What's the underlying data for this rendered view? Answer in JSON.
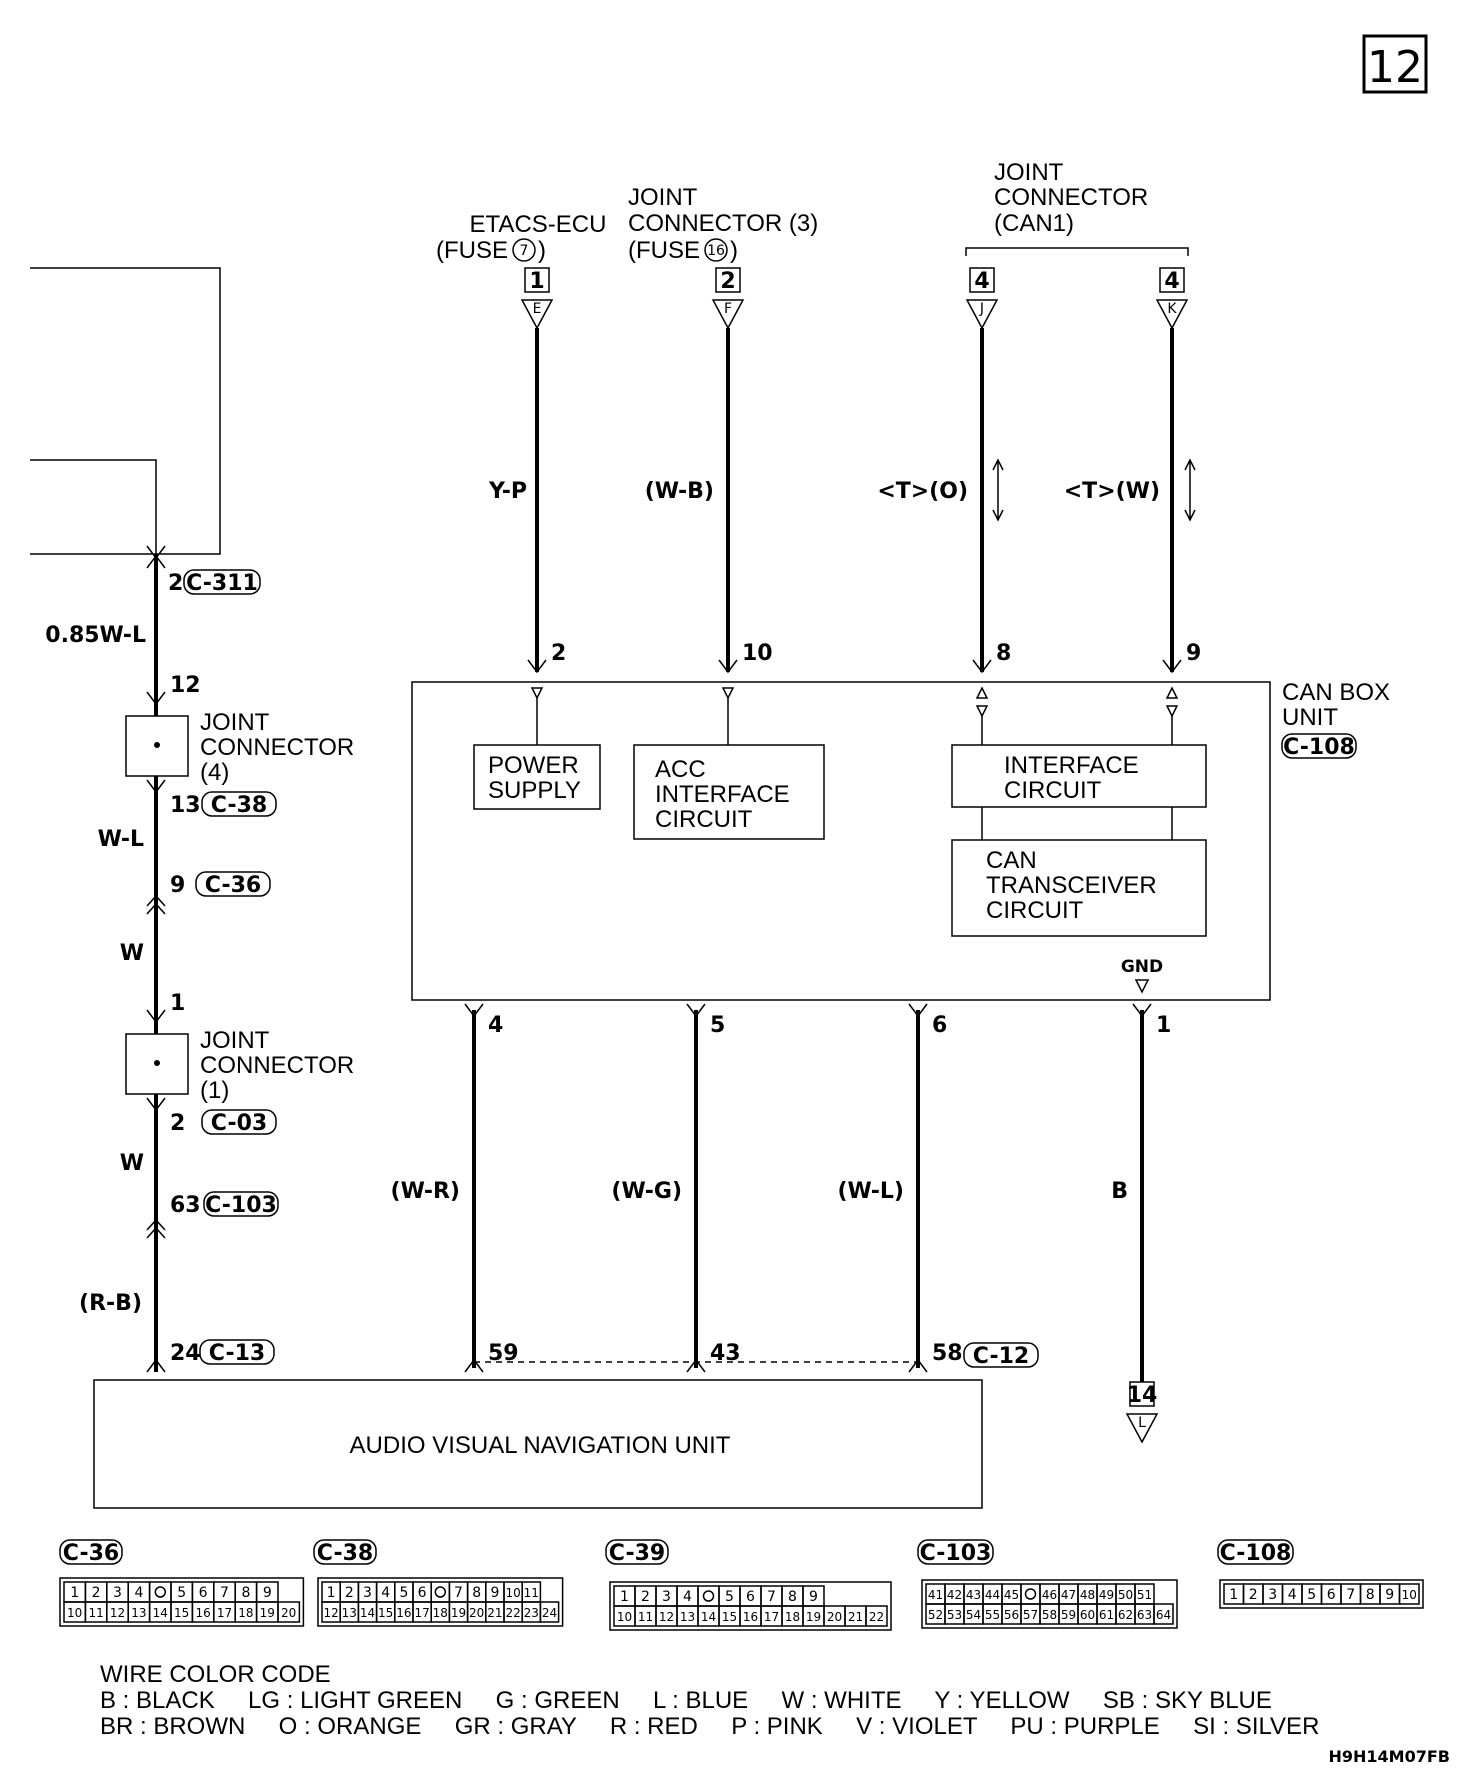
{
  "page_number": "12",
  "code": "H9H14M07FB",
  "sources": {
    "etacs": [
      "ETACS-ECU",
      "(FUSE",
      "7",
      ")"
    ],
    "joint3": [
      "JOINT",
      "CONNECTOR (3)",
      "(FUSE",
      "16",
      ")"
    ],
    "can1": [
      "JOINT",
      "CONNECTOR",
      "(CAN1)"
    ]
  },
  "top_connectors": [
    {
      "num": "1",
      "letter": "E",
      "wire": "Y-P",
      "pin": "2"
    },
    {
      "num": "2",
      "letter": "F",
      "wire": "(W-B)",
      "pin": "10"
    },
    {
      "num": "4",
      "letter": "J",
      "wire": "<T>(O)",
      "pin": "8"
    },
    {
      "num": "4",
      "letter": "K",
      "wire": "<T>(W)",
      "pin": "9"
    }
  ],
  "can_box": {
    "label": [
      "CAN BOX",
      "UNIT"
    ],
    "connector": "C-108",
    "power_supply": [
      "POWER",
      "SUPPLY"
    ],
    "acc": [
      "ACC",
      "INTERFACE",
      "CIRCUIT"
    ],
    "interface": [
      "INTERFACE",
      "CIRCUIT"
    ],
    "transceiver": [
      "CAN",
      "TRANSCEIVER",
      "CIRCUIT"
    ],
    "gnd": "GND"
  },
  "bottom_wires": [
    {
      "pin": "4",
      "wire": "(W-R)",
      "av_pin": "59"
    },
    {
      "pin": "5",
      "wire": "(W-G)",
      "av_pin": "43"
    },
    {
      "pin": "6",
      "wire": "(W-L)",
      "av_pin": "58"
    },
    {
      "pin": "1",
      "wire": "B"
    }
  ],
  "av_connector": "C-12",
  "ground_ref": "14",
  "ground_letter": "L",
  "av_unit": "AUDIO VISUAL NAVIGATION UNIT",
  "left_chain": {
    "c311_pin": "2",
    "c311": "C-311",
    "wire1": "0.85W-L",
    "j4_pin_in": "12",
    "j4": [
      "JOINT",
      "CONNECTOR",
      "(4)"
    ],
    "c38_pin": "13",
    "c38": "C-38",
    "wire2": "W-L",
    "c36_pin": "9",
    "c36": "C-36",
    "wire3": "W",
    "j1_pin_in": "1",
    "j1": [
      "JOINT",
      "CONNECTOR",
      "(1)"
    ],
    "c03_pin": "2",
    "c03": "C-03",
    "wire4": "W",
    "c103_pin": "63",
    "c103": "C-103",
    "wire5": "(R-B)",
    "c13_pin": "24",
    "c13": "C-13"
  },
  "connector_views": [
    {
      "id": "C-36",
      "rows": [
        [
          "1",
          "2",
          "3",
          "4",
          "",
          "5",
          "6",
          "7",
          "8",
          "9"
        ],
        [
          "10",
          "11",
          "12",
          "13",
          "14",
          "15",
          "16",
          "17",
          "18",
          "19",
          "20"
        ]
      ]
    },
    {
      "id": "C-38",
      "rows": [
        [
          "1",
          "2",
          "3",
          "4",
          "5",
          "6",
          "",
          "7",
          "8",
          "9",
          "10",
          "11"
        ],
        [
          "12",
          "13",
          "14",
          "15",
          "16",
          "17",
          "18",
          "19",
          "20",
          "21",
          "22",
          "23",
          "24"
        ]
      ]
    },
    {
      "id": "C-39",
      "rows": [
        [
          "1",
          "2",
          "3",
          "4",
          "",
          "5",
          "6",
          "7",
          "8",
          "9"
        ],
        [
          "10",
          "11",
          "12",
          "13",
          "14",
          "15",
          "16",
          "17",
          "18",
          "19",
          "20",
          "21",
          "22"
        ]
      ]
    },
    {
      "id": "C-103",
      "rows": [
        [
          "41",
          "42",
          "43",
          "44",
          "45",
          "",
          "46",
          "47",
          "48",
          "49",
          "50",
          "51"
        ],
        [
          "52",
          "53",
          "54",
          "55",
          "56",
          "57",
          "58",
          "59",
          "60",
          "61",
          "62",
          "63",
          "64"
        ]
      ]
    },
    {
      "id": "C-108",
      "rows": [
        [
          "1",
          "2",
          "3",
          "4",
          "5",
          "6",
          "7",
          "8",
          "9",
          "10"
        ]
      ]
    }
  ],
  "wire_color_code": {
    "title": "WIRE COLOR CODE",
    "line1": "B : BLACK     LG : LIGHT GREEN     G : GREEN     L : BLUE     W : WHITE     Y : YELLOW     SB : SKY BLUE",
    "line2": "BR : BROWN     O : ORANGE     GR : GRAY     R : RED     P : PINK     V : VIOLET     PU : PURPLE     SI : SILVER"
  }
}
